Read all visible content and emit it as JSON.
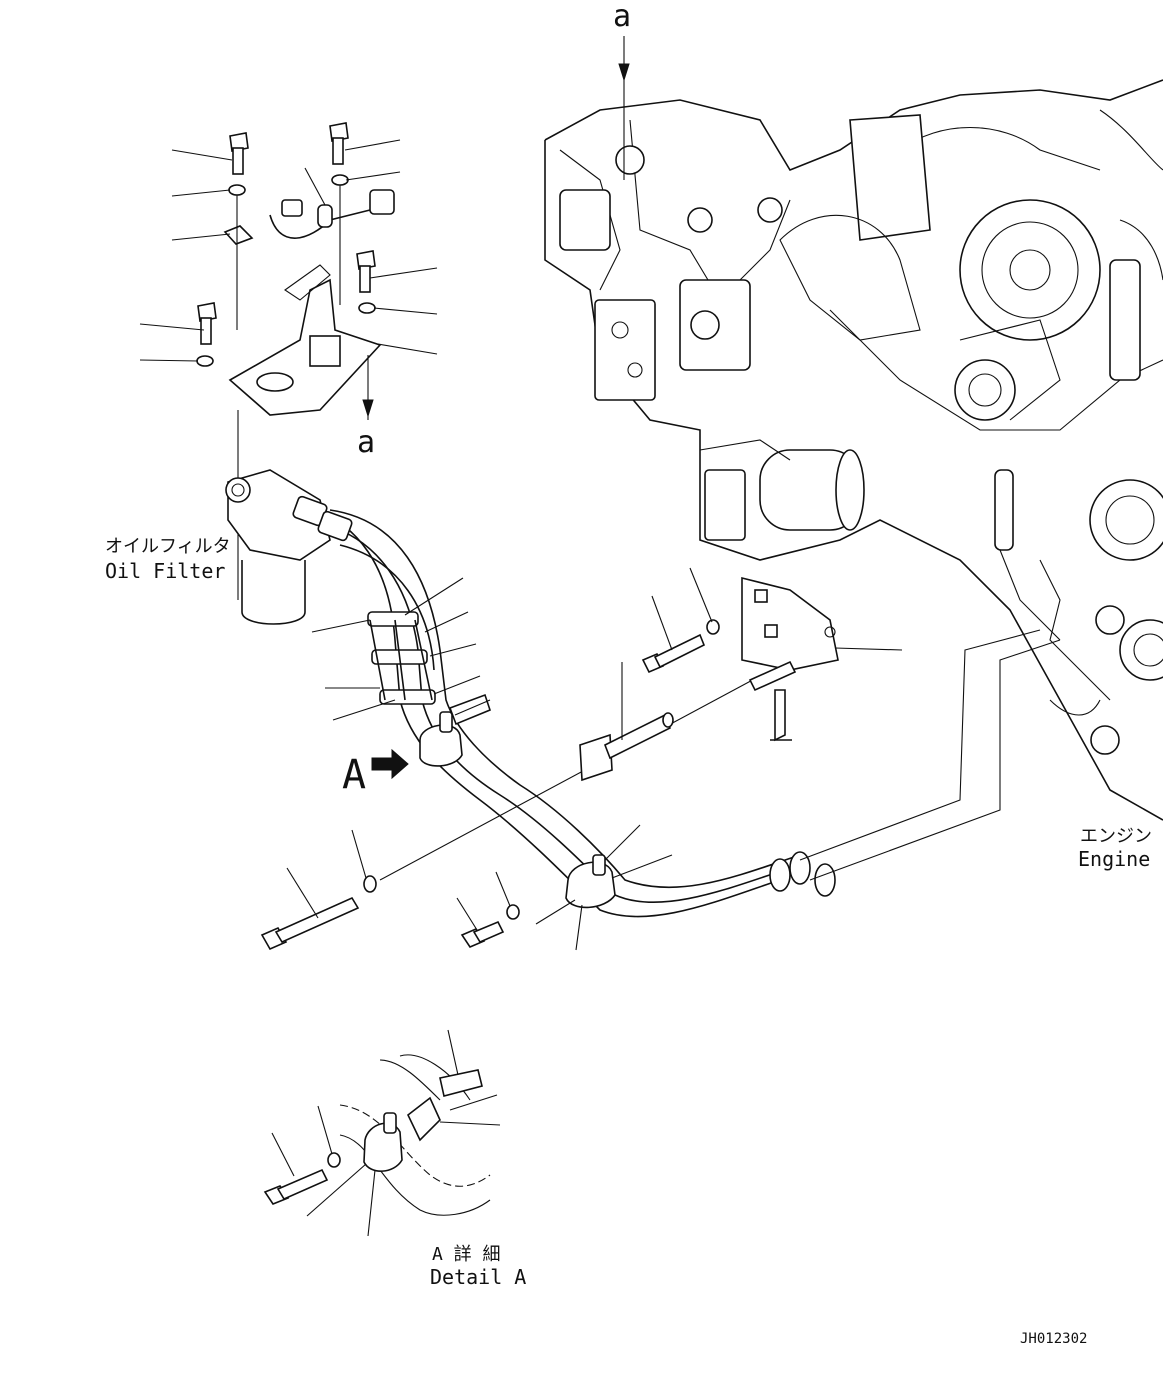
{
  "labels": {
    "section_a_top": "a",
    "section_a_bottom": "a",
    "oil_filter_jp": "オイルフィルタ",
    "oil_filter_en": "Oil Filter",
    "engine_jp": "エンジン",
    "engine_en": "Engine",
    "view_a": "A",
    "detail_a_jp": "A 詳 細",
    "detail_a_en": "Detail A",
    "drawing_id": "JH012302"
  },
  "colors": {
    "ink": "#111111",
    "paper": "#ffffff"
  },
  "icons": {
    "view_arrow": "filled-arrow-right"
  }
}
